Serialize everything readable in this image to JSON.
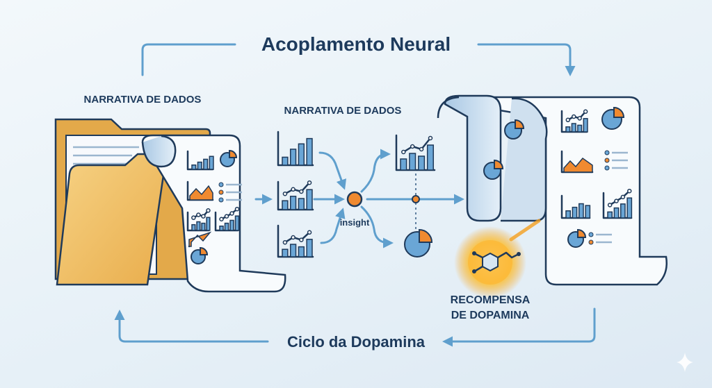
{
  "title": "Acoplamento Neural",
  "left_label": "NARRATIVA DE DADOS",
  "center_label": "NARRATIVA DE DADOS",
  "insight_label": "insight",
  "reward_label": [
    "RECOMPENSA",
    "DE DOPAMINA"
  ],
  "cycle_label": "Ciclo da Dopamina",
  "colors": {
    "navy": "#1d3a5c",
    "arrow": "#5f9fcd",
    "orange": "#f08a30",
    "folder": "#f2c268",
    "bar": "#5b9bd0"
  }
}
